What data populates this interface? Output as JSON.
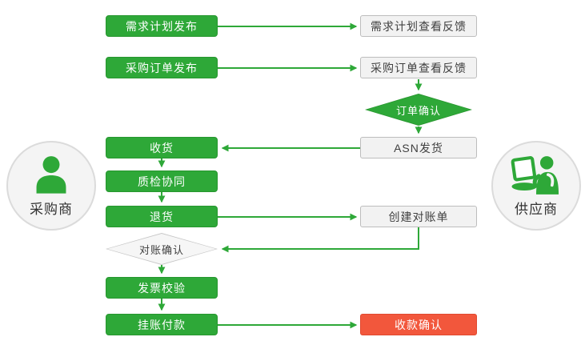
{
  "buyer": {
    "label": "采购商"
  },
  "supplier": {
    "label": "供应商"
  },
  "nodes": {
    "demand_plan_publish": "需求计划发布",
    "purchase_order_publish": "采购订单发布",
    "receive_goods": "收货",
    "quality_inspection": "质检协同",
    "return_goods": "退货",
    "reconciliation_confirm": "对账确认",
    "invoice_verify": "发票校验",
    "payment_on_account": "挂账付款",
    "demand_plan_feedback": "需求计划查看反馈",
    "purchase_order_feedback": "采购订单查看反馈",
    "order_confirm": "订单确认",
    "asn_shipment": "ASN发货",
    "create_statement": "创建对账单",
    "receipt_confirm": "收款确认"
  },
  "colors": {
    "flow_green": "#2EA838",
    "highlight_red": "#F2573C",
    "feedback_box_bg": "#F2F2F2",
    "feedback_box_border": "#BDBDBD",
    "text_dark": "#404040"
  }
}
